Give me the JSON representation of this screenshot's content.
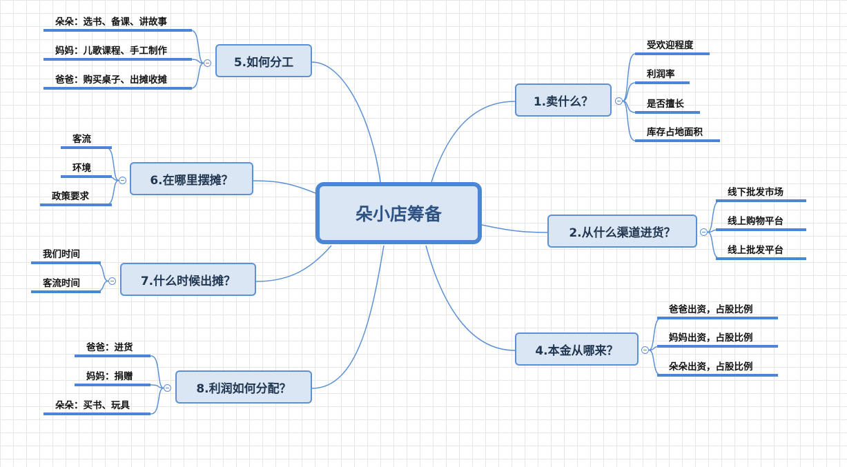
{
  "root": "朵小店筹备",
  "branches": [
    {
      "label": "1.卖什么？",
      "children": [
        "受欢迎程度",
        "利润率",
        "是否擅长",
        "库存占地面积"
      ]
    },
    {
      "label": "2.从什么渠道进货？",
      "children": [
        "线下批发市场",
        "线上购物平台",
        "线上批发平台"
      ]
    },
    {
      "label": "4.本金从哪来？",
      "children": [
        "爸爸出资，占股比例",
        "妈妈出资，占股比例",
        "朵朵出资，占股比例"
      ]
    },
    {
      "label": "5.如何分工",
      "children": [
        "朵朵：选书、备课、讲故事",
        "妈妈：儿歌课程、手工制作",
        "爸爸：购买桌子、出摊收摊"
      ]
    },
    {
      "label": "6.在哪里摆摊？",
      "children": [
        "客流",
        "环境",
        "政策要求"
      ]
    },
    {
      "label": "7.什么时候出摊？",
      "children": [
        "我们时间",
        "客流时间"
      ]
    },
    {
      "label": "8.利润如何分配？",
      "children": [
        "爸爸：进货",
        "妈妈：捐赠",
        "朵朵：买书、玩具"
      ]
    }
  ],
  "colors": {
    "accent": "#4a86d4",
    "node_fill": "#dae6f3",
    "root_text": "#2d5283"
  }
}
